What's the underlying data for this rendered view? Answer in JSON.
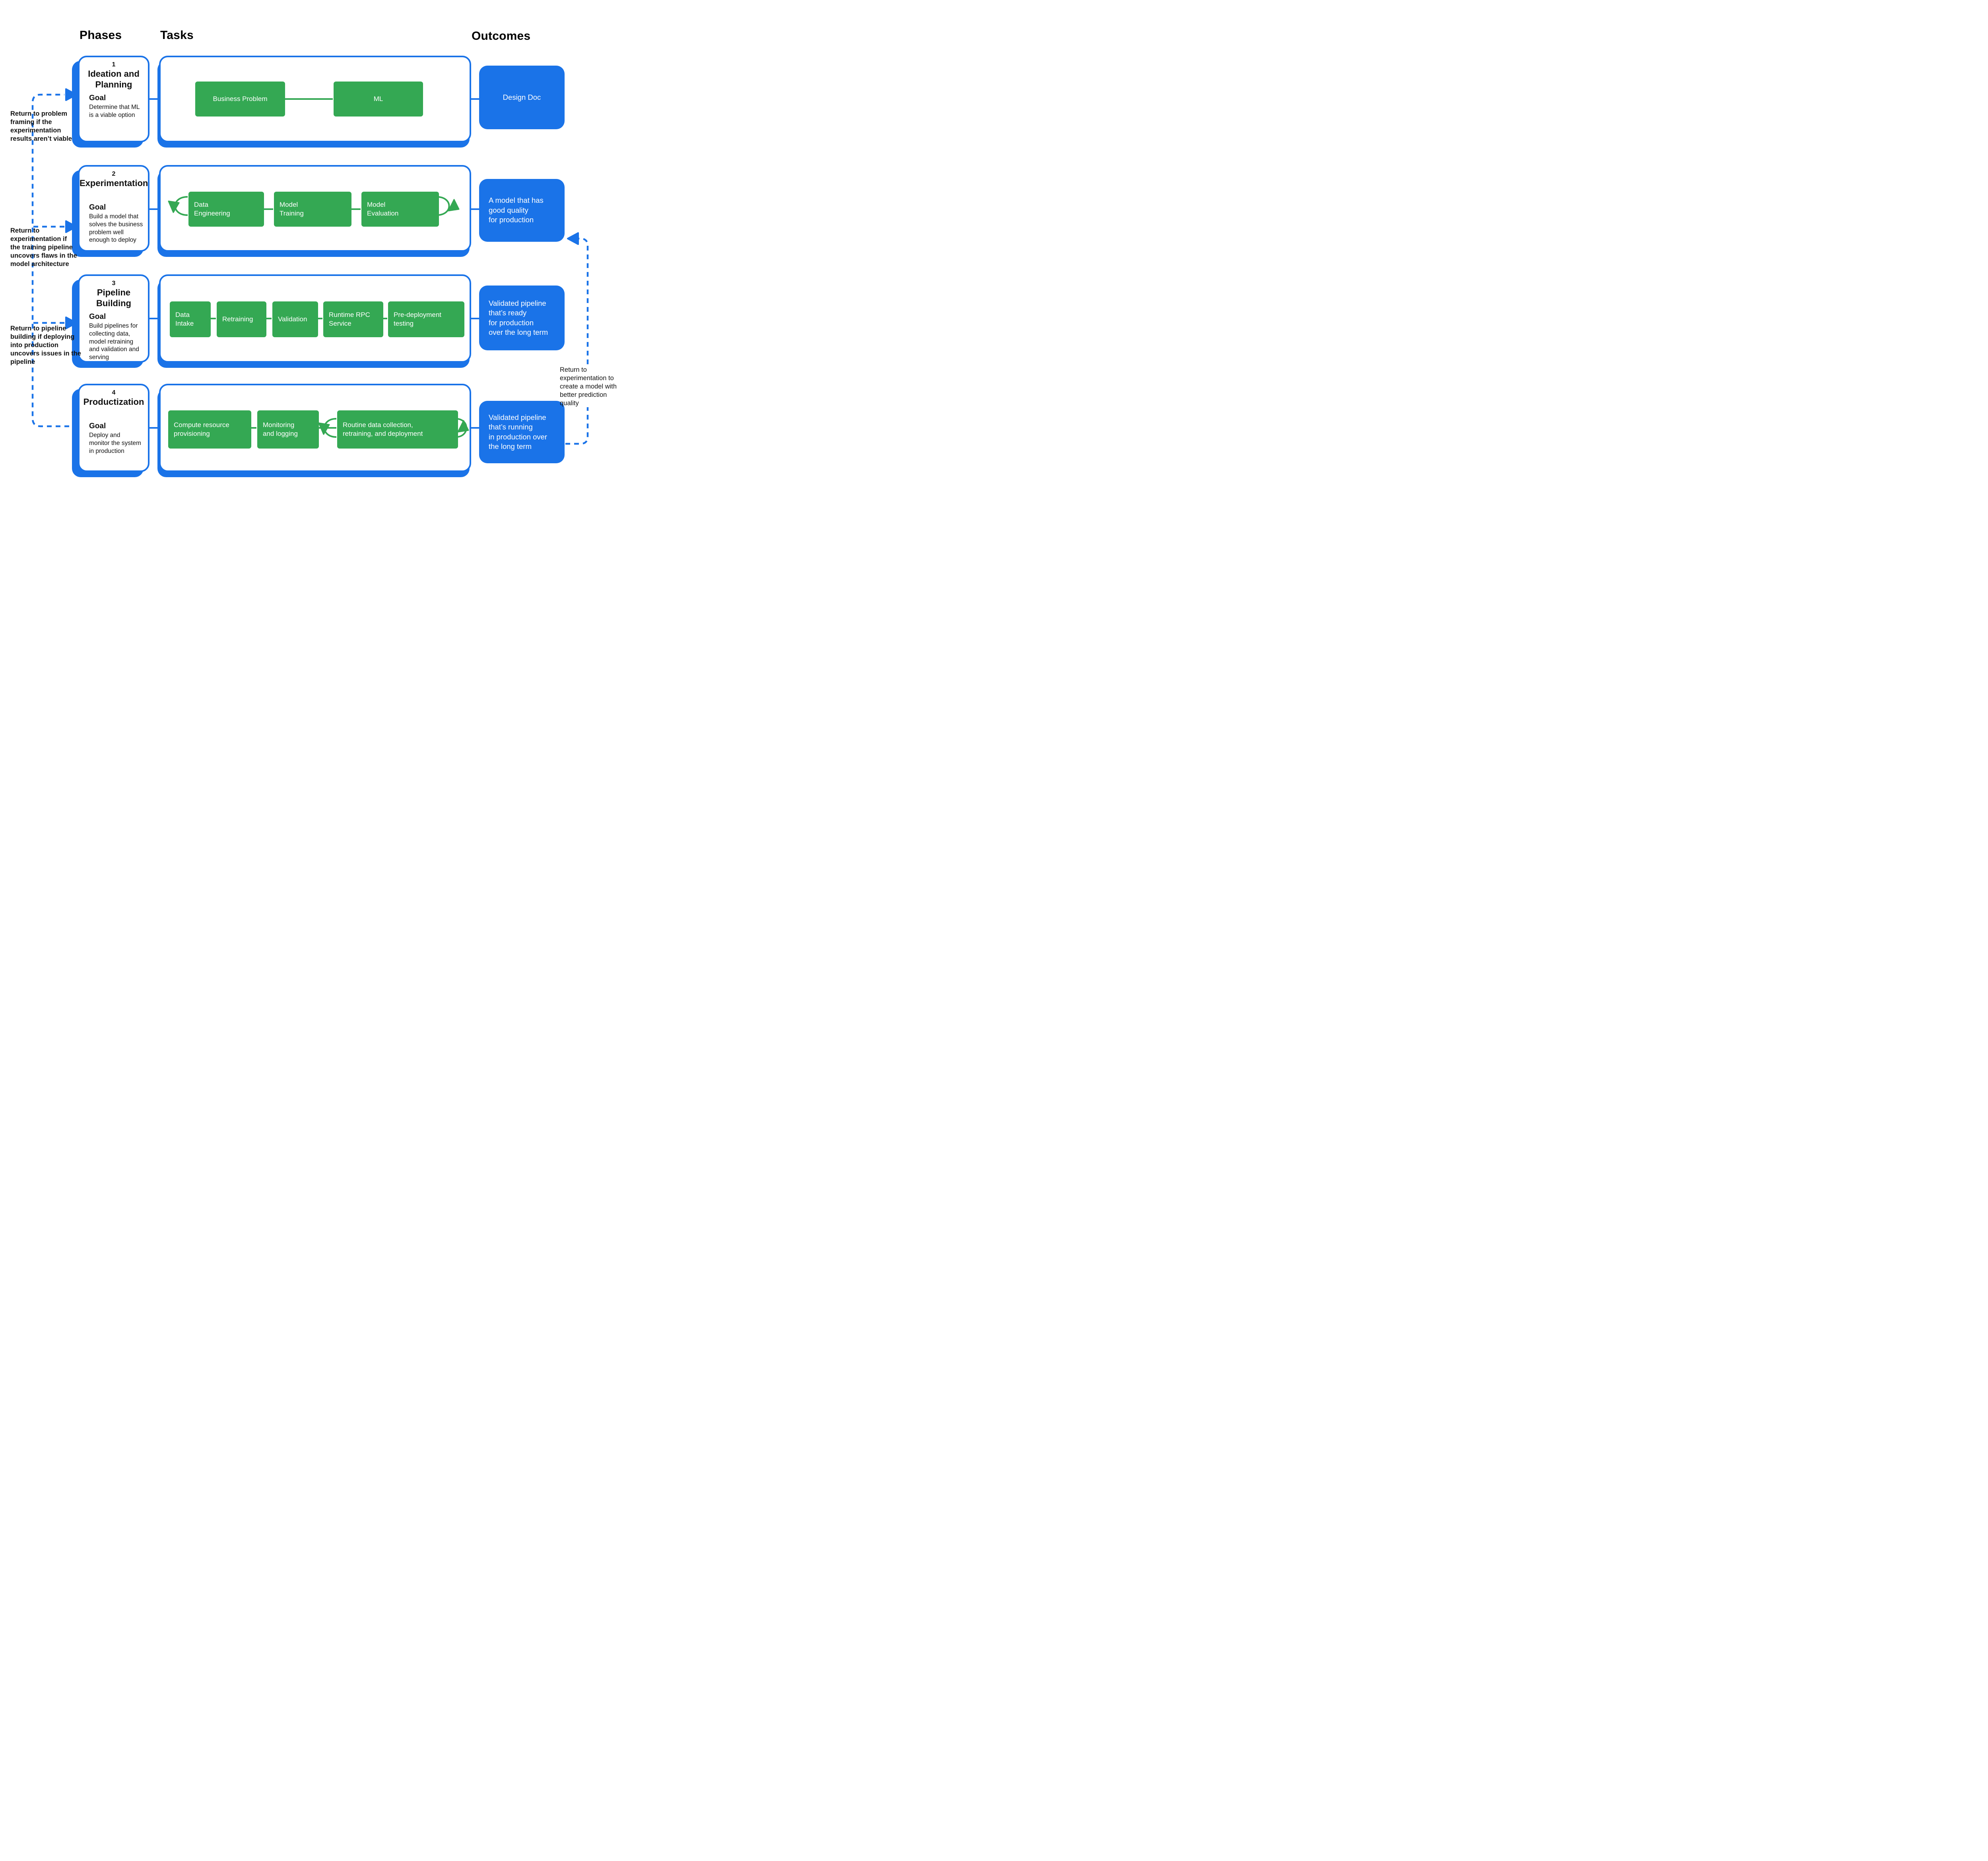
{
  "colors": {
    "accent_blue": "#1a73e8",
    "task_green": "#34a853",
    "text": "#000000",
    "box_text": "#ffffff"
  },
  "headers": {
    "phases": "Phases",
    "tasks": "Tasks",
    "outcomes": "Outcomes"
  },
  "phases": [
    {
      "number": "1",
      "title": "Ideation and\nPlanning",
      "goal_label": "Goal",
      "goal_text": "Determine that ML\nis a viable option"
    },
    {
      "number": "2",
      "title": "Experimentation",
      "goal_label": "Goal",
      "goal_text": "Build a model that\nsolves the business\nproblem well\nenough to deploy"
    },
    {
      "number": "3",
      "title": "Pipeline Building",
      "goal_label": "Goal",
      "goal_text": "Build pipelines for\ncollecting data,\nmodel retraining\nand validation and\nserving"
    },
    {
      "number": "4",
      "title": "Productization",
      "goal_label": "Goal",
      "goal_text": "Deploy and\nmonitor the system\nin production"
    }
  ],
  "tasks": {
    "row1": [
      "Business Problem",
      "ML"
    ],
    "row2": [
      "Data\nEngineering",
      "Model\nTraining",
      "Model\nEvaluation"
    ],
    "row3": [
      "Data\nIntake",
      "Retraining",
      "Validation",
      "Runtime RPC\nService",
      "Pre-deployment\ntesting"
    ],
    "row4": [
      "Compute  resource\nprovisioning",
      "Monitoring\nand logging",
      "Routine data collection,\nretraining, and deployment"
    ]
  },
  "outcomes": [
    "Design Doc",
    "A model that has\ngood quality\nfor production",
    "Validated pipeline\nthat’s ready\nfor production\nover the long term",
    "Validated pipeline\nthat’s running\nin production over\nthe long term"
  ],
  "annotations": {
    "left": [
      "Return to problem\nframing if the\nexperimentation\nresults aren’t viable",
      "Return to\nexperimentation if\nthe training pipeline\nuncovers flaws in the\nmodel architecture",
      "Return to pipeline\nbuilding if deploying\ninto production\nuncovers issues in the\npipeline"
    ],
    "right": [
      "Return to\nexperimentation to\ncreate a model with\nbetter prediction\nquality"
    ]
  }
}
